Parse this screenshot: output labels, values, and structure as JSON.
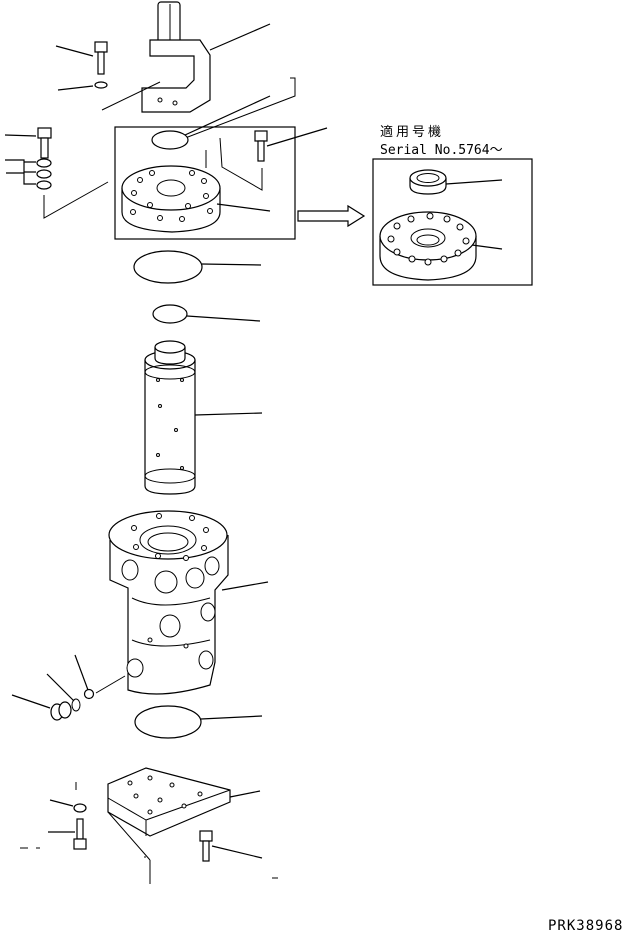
{
  "inset": {
    "applicable_label": "適用号機",
    "serial_label": "Serial No.5764～"
  },
  "drawing_code": "PRK38968"
}
